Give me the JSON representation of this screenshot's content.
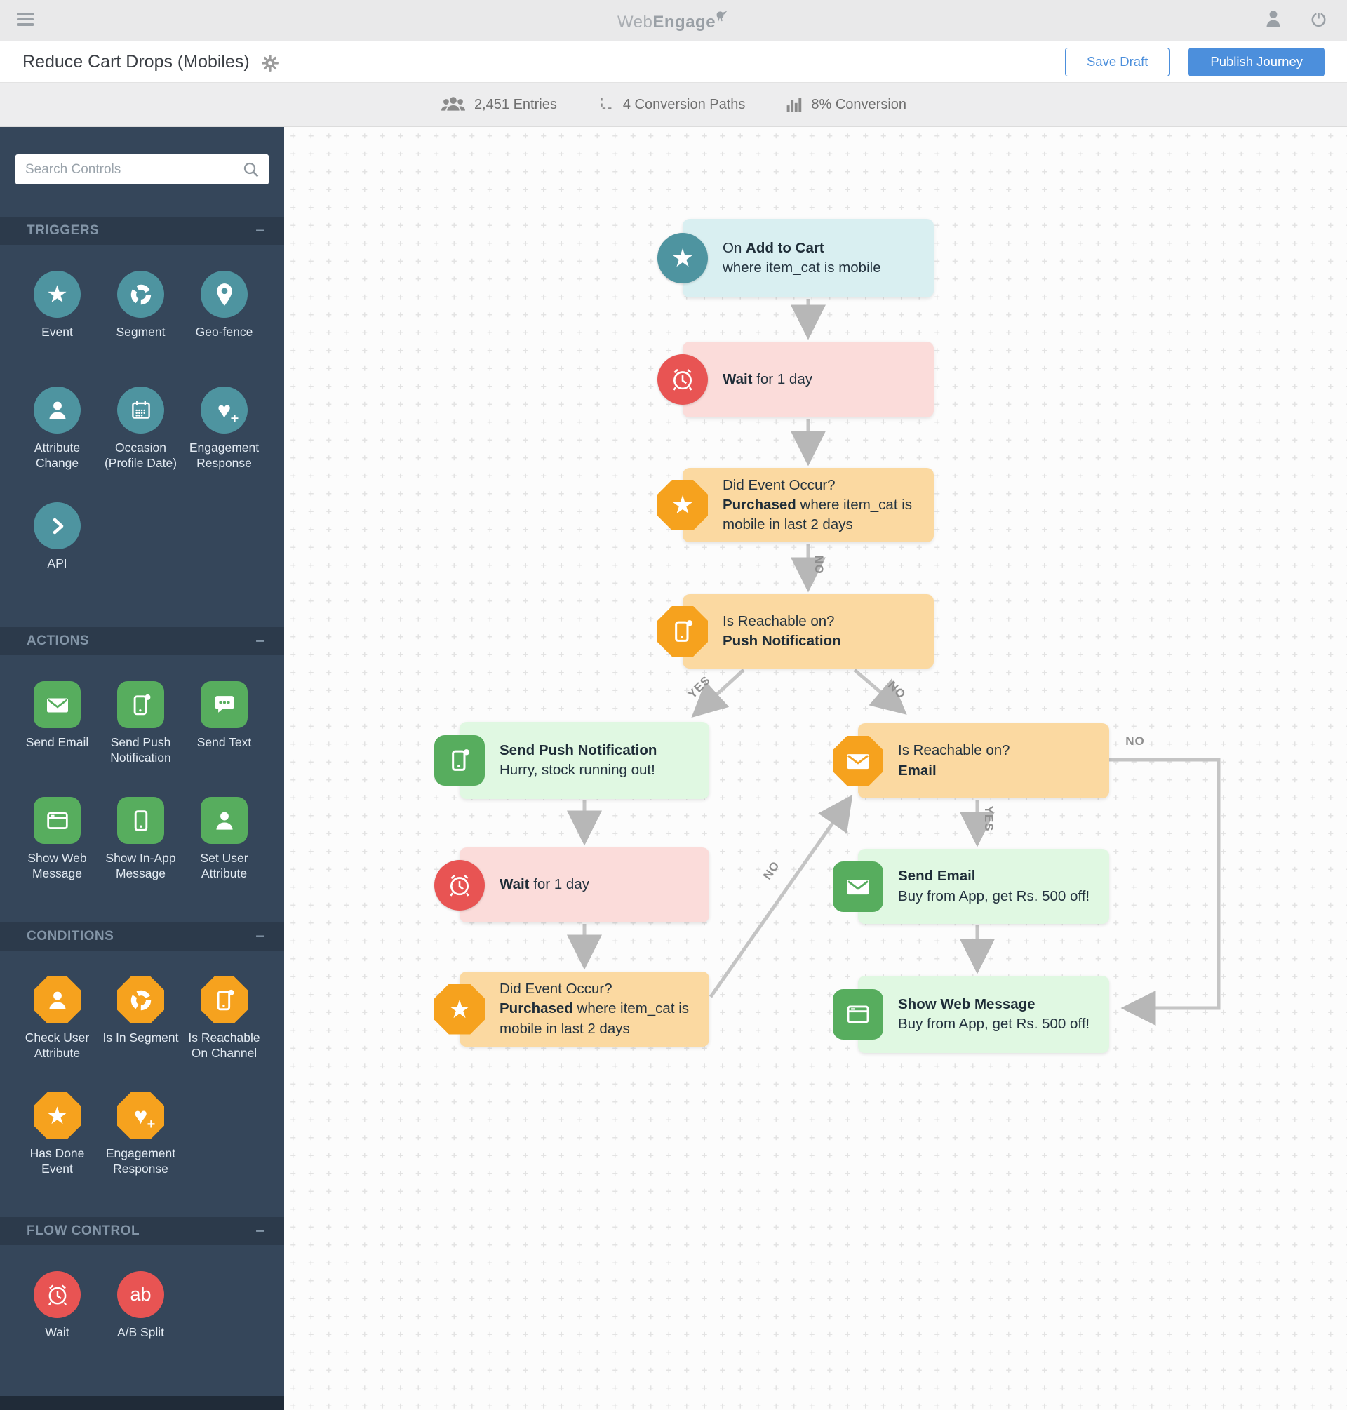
{
  "topbar": {
    "logo_prefix": "Web",
    "logo_suffix": "Engage"
  },
  "header": {
    "title": "Reduce Cart Drops (Mobiles)",
    "save_draft": "Save Draft",
    "publish_journey": "Publish Journey"
  },
  "stats": {
    "entries": "2,451 Entries",
    "conversion_paths": "4 Conversion Paths",
    "conversion_rate": "8% Conversion"
  },
  "sidebar": {
    "search_placeholder": "Search Controls",
    "collapse_glyph": "−",
    "sections": [
      {
        "label": "TRIGGERS",
        "items": [
          {
            "label": "Event",
            "icon": "star-icon"
          },
          {
            "label": "Segment",
            "icon": "segment-donut-icon"
          },
          {
            "label": "Geo-fence",
            "icon": "map-pin-icon"
          },
          {
            "label": "Attribute Change",
            "icon": "person-icon"
          },
          {
            "label": "Occasion (Profile Date)",
            "icon": "calendar-icon"
          },
          {
            "label": "Engagement Response",
            "icon": "heart-plus-icon"
          },
          {
            "label": "API",
            "icon": "chevron-right-icon"
          }
        ]
      },
      {
        "label": "ACTIONS",
        "items": [
          {
            "label": "Send Email",
            "icon": "envelope-icon"
          },
          {
            "label": "Send Push Notification",
            "icon": "phone-notification-icon"
          },
          {
            "label": "Send Text",
            "icon": "chat-bubble-icon"
          },
          {
            "label": "Show Web Message",
            "icon": "browser-icon"
          },
          {
            "label": "Show In-App Message",
            "icon": "phone-icon"
          },
          {
            "label": "Set User Attribute",
            "icon": "person-icon"
          }
        ]
      },
      {
        "label": "CONDITIONS",
        "items": [
          {
            "label": "Check User Attribute",
            "icon": "person-icon"
          },
          {
            "label": "Is In Segment",
            "icon": "segment-donut-icon"
          },
          {
            "label": "Is Reachable On Channel",
            "icon": "phone-notification-icon"
          },
          {
            "label": "Has Done Event",
            "icon": "star-icon"
          },
          {
            "label": "Engagement Response",
            "icon": "heart-plus-icon"
          }
        ]
      },
      {
        "label": "FLOW CONTROL",
        "items": [
          {
            "label": "Wait",
            "icon": "alarm-clock-icon"
          },
          {
            "label": "A/B Split",
            "icon": "ab-glyph",
            "glyph": "ab"
          }
        ]
      }
    ]
  },
  "flow": {
    "nodes": [
      {
        "id": "on-add-to-cart",
        "pre": "On ",
        "bold": "Add to Cart",
        "line2": "where item_cat is mobile"
      },
      {
        "id": "wait-1",
        "bold": "Wait",
        "rest": " for 1 day"
      },
      {
        "id": "did-event-occur-1",
        "line1": "Did Event Occur?",
        "bold": "Purchased",
        "rest": " where item_cat is",
        "line3": "mobile in last 2 days"
      },
      {
        "id": "is-reachable-push",
        "line1": "Is Reachable on?",
        "bold": "Push Notification"
      },
      {
        "id": "send-push-notification",
        "bold": "Send Push Notification",
        "line2": "Hurry, stock running out!"
      },
      {
        "id": "wait-2",
        "bold": "Wait",
        "rest": " for 1 day"
      },
      {
        "id": "did-event-occur-2",
        "line1": "Did Event Occur?",
        "bold": "Purchased",
        "rest": " where item_cat is",
        "line3": "mobile in last 2 days"
      },
      {
        "id": "is-reachable-email",
        "line1": "Is Reachable on?",
        "bold": "Email"
      },
      {
        "id": "send-email",
        "bold": "Send Email",
        "line2": "Buy from App, get Rs. 500 off!"
      },
      {
        "id": "show-web-message",
        "bold": "Show Web Message",
        "line2": "Buy from App, get Rs. 500 off!"
      }
    ],
    "edge_labels": {
      "no_after_event1": "NO",
      "yes_push": "YES",
      "no_push": "NO",
      "no_event2": "NO",
      "yes_email": "YES",
      "no_email": "NO"
    }
  },
  "colors": {
    "accent_blue": "#4c8fdc",
    "teal": "#4e94a0",
    "green": "#57ad5e",
    "orange": "#f6a21e",
    "red": "#e85453",
    "sidebar_bg": "#35465a",
    "node_cyan": "#d9eff1",
    "node_pink": "#fbdcda",
    "node_orange": "#fbd9a1",
    "node_green": "#e0f8e2"
  }
}
